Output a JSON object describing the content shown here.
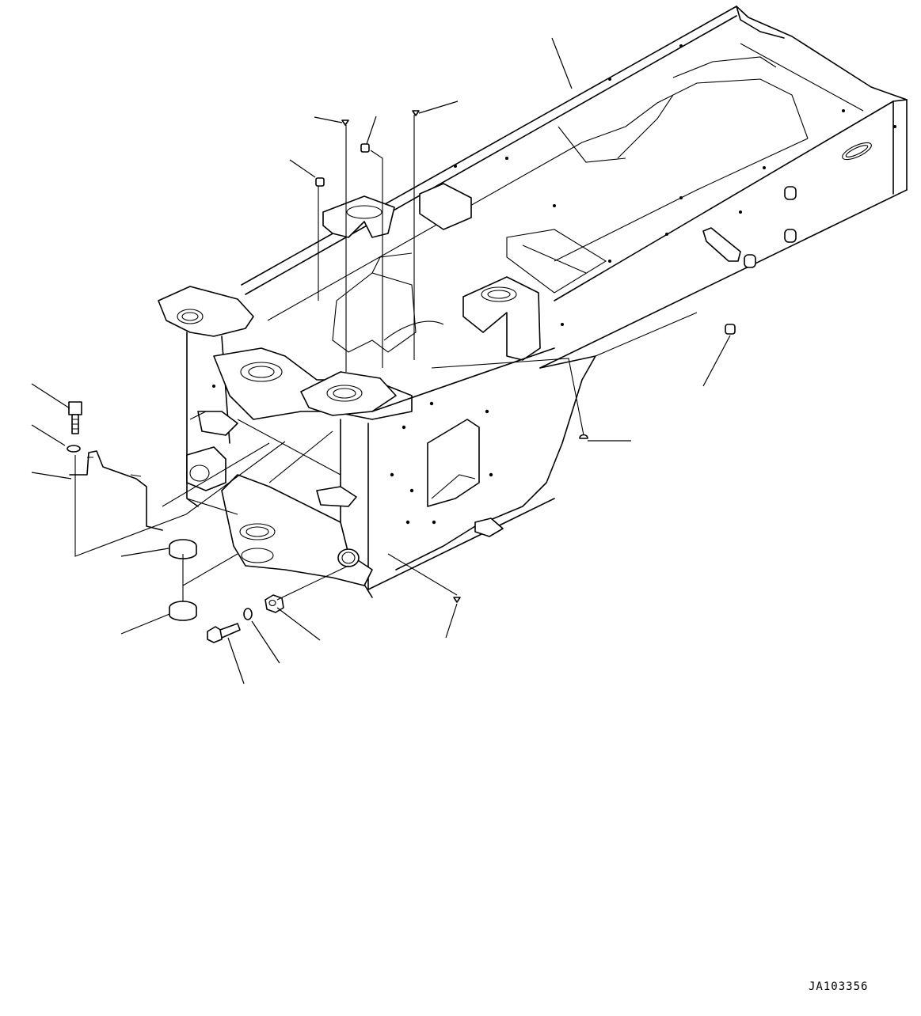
{
  "drawing": {
    "code": "JA103356",
    "background": "#ffffff",
    "line_color": "#000000"
  },
  "parts": [
    {
      "name": "main-frame"
    },
    {
      "name": "mounting-bolt"
    },
    {
      "name": "washer"
    },
    {
      "name": "bracket-harness"
    },
    {
      "name": "bushing-upper"
    },
    {
      "name": "bushing-lower"
    },
    {
      "name": "hex-bolt"
    },
    {
      "name": "spring-washer"
    },
    {
      "name": "hex-nut"
    },
    {
      "name": "grease-fitting"
    },
    {
      "name": "plug"
    },
    {
      "name": "clip"
    }
  ]
}
